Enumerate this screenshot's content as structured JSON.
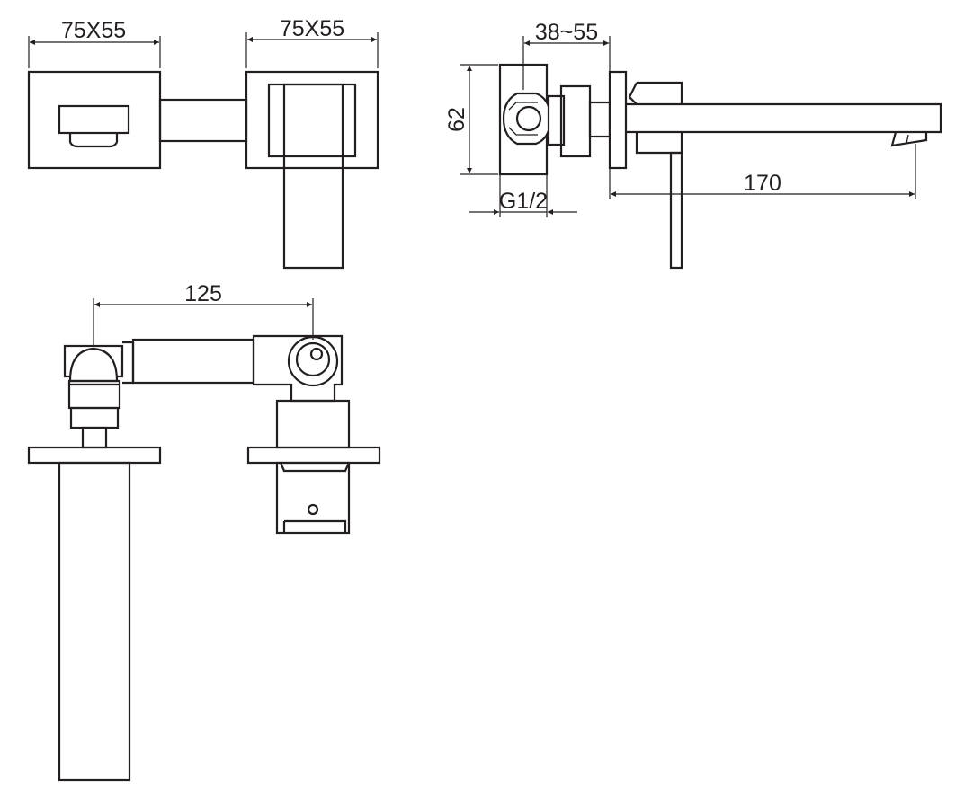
{
  "drawing": {
    "dimensions": {
      "front_left_plate": "75X55",
      "front_right_plate": "75X55",
      "side_adjust_range": "38~55",
      "side_height": "62",
      "side_thread": "G1/2",
      "side_reach": "170",
      "top_center_distance": "125"
    },
    "line_color": "#231f20",
    "background_color": "#ffffff"
  }
}
